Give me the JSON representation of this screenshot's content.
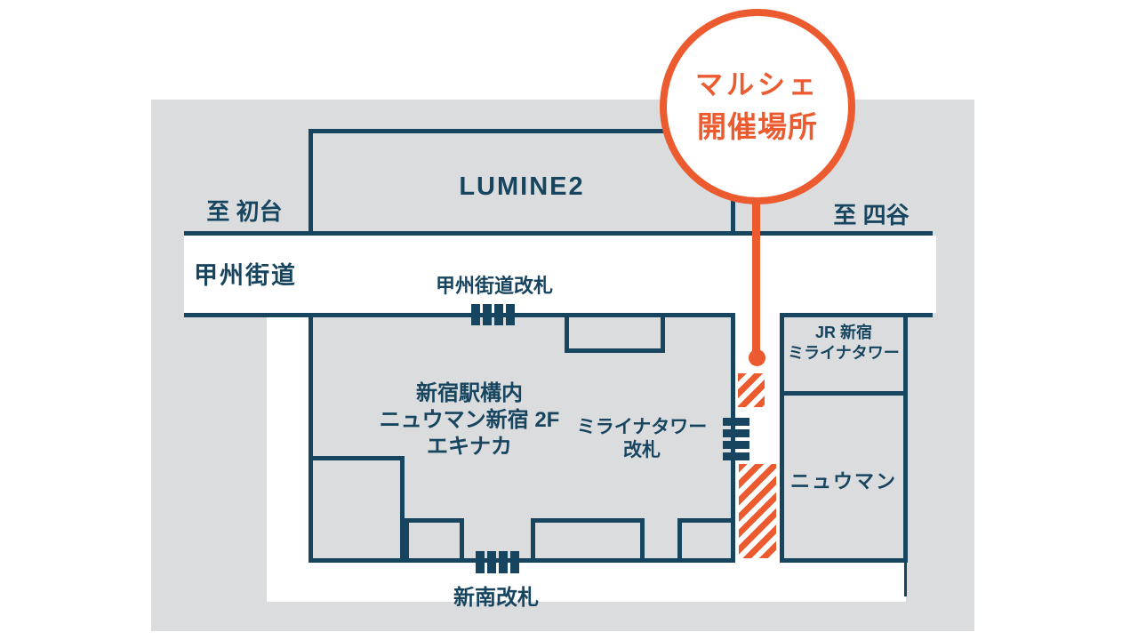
{
  "callout": {
    "line1": "マルシェ",
    "line2": "開催場所"
  },
  "roads": {
    "koshu_kaido": "甲州街道",
    "to_left": "至 初台",
    "to_right": "至 四谷"
  },
  "buildings": {
    "lumine2": "LUMINE2",
    "station": [
      "新宿駅構内",
      "ニュウマン新宿 2F",
      "エキナカ"
    ],
    "jr_tower": [
      "JR 新宿",
      "ミライナタワー"
    ],
    "newoman": "ニュウマン"
  },
  "gates": {
    "koshu": "甲州街道改札",
    "miraina_line1": "ミライナタワー",
    "miraina_line2": "改札",
    "shin_minami": "新南改札"
  },
  "colors": {
    "navy": "#17455f",
    "orange": "#ec5b2f",
    "map_background": "#dbdcde",
    "road": "#ffffff"
  }
}
